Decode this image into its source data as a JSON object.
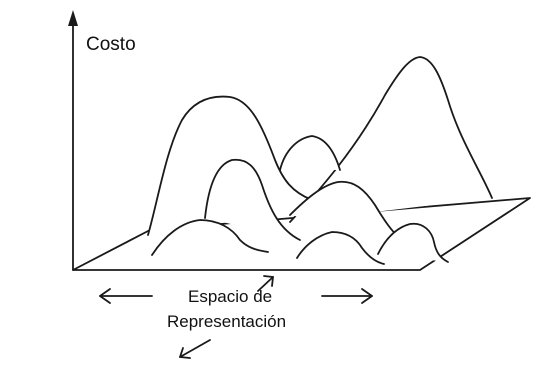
{
  "diagram": {
    "y_axis_label": "Costo",
    "x_axis_label_line1": "Espacio de",
    "x_axis_label_line2": "Representación"
  }
}
